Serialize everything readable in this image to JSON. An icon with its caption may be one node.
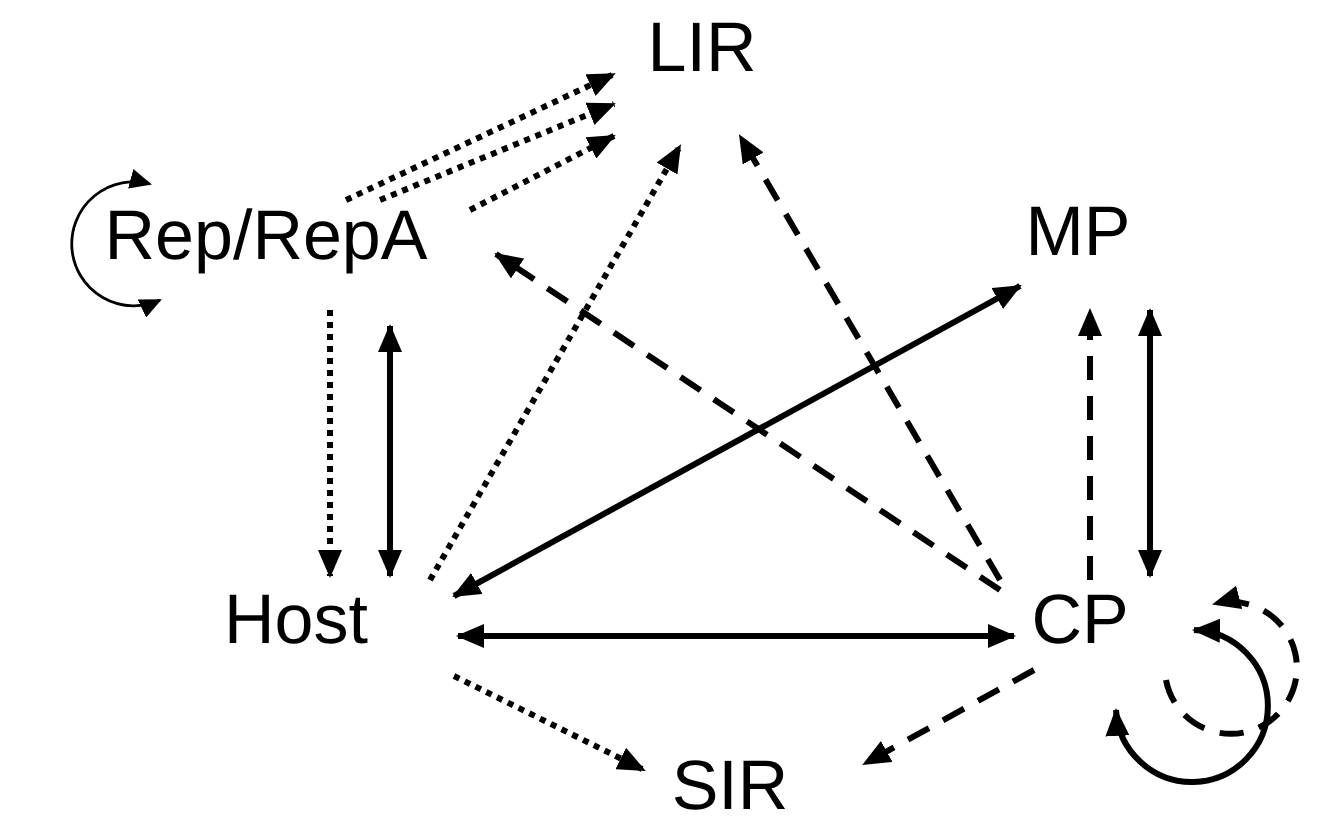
{
  "diagram": {
    "nodes": [
      {
        "text": [
          "LIR"
        ]
      },
      {
        "text": [
          "Rep/RepA"
        ]
      },
      {
        "text": [
          "MP"
        ]
      },
      {
        "text": [
          "Host"
        ]
      },
      {
        "text": [
          "CP"
        ]
      },
      {
        "text": [
          "SIR"
        ]
      }
    ],
    "edges": [
      {
        "from": 1,
        "to": 0,
        "arrow": "to",
        "style": "dashed"
      },
      {
        "from": 1,
        "to": 0,
        "arrow": "to",
        "style": "dashed"
      },
      {
        "from": 1,
        "to": 0,
        "arrow": "to",
        "style": "dashed"
      },
      {
        "from": 3,
        "to": 0,
        "arrow": "to",
        "style": "dashed"
      },
      {
        "from": 4,
        "to": 0,
        "arrow": "to",
        "style": "dashed"
      },
      {
        "from": 4,
        "to": 1,
        "arrow": "to",
        "style": "dashed"
      },
      {
        "from": 3,
        "to": 2,
        "arrow": "both"
      },
      {
        "from": 1,
        "to": 3,
        "arrow": "to",
        "style": "dashed"
      },
      {
        "from": 3,
        "to": 1,
        "arrow": "both"
      },
      {
        "from": 4,
        "to": 2,
        "arrow": "to",
        "style": "dashed"
      },
      {
        "from": 2,
        "to": 4,
        "arrow": "both"
      },
      {
        "from": 3,
        "to": 4,
        "arrow": "both"
      },
      {
        "from": 3,
        "to": 5,
        "arrow": "to",
        "style": "dashed"
      },
      {
        "from": 4,
        "to": 5,
        "arrow": "to",
        "style": "dashed"
      },
      {
        "from": 1,
        "to": 1,
        "arrow": "both"
      },
      {
        "from": 4,
        "to": 4,
        "arrow": "both"
      },
      {
        "from": 4,
        "to": 4,
        "arrow": "to",
        "style": "dashed"
      }
    ]
  }
}
